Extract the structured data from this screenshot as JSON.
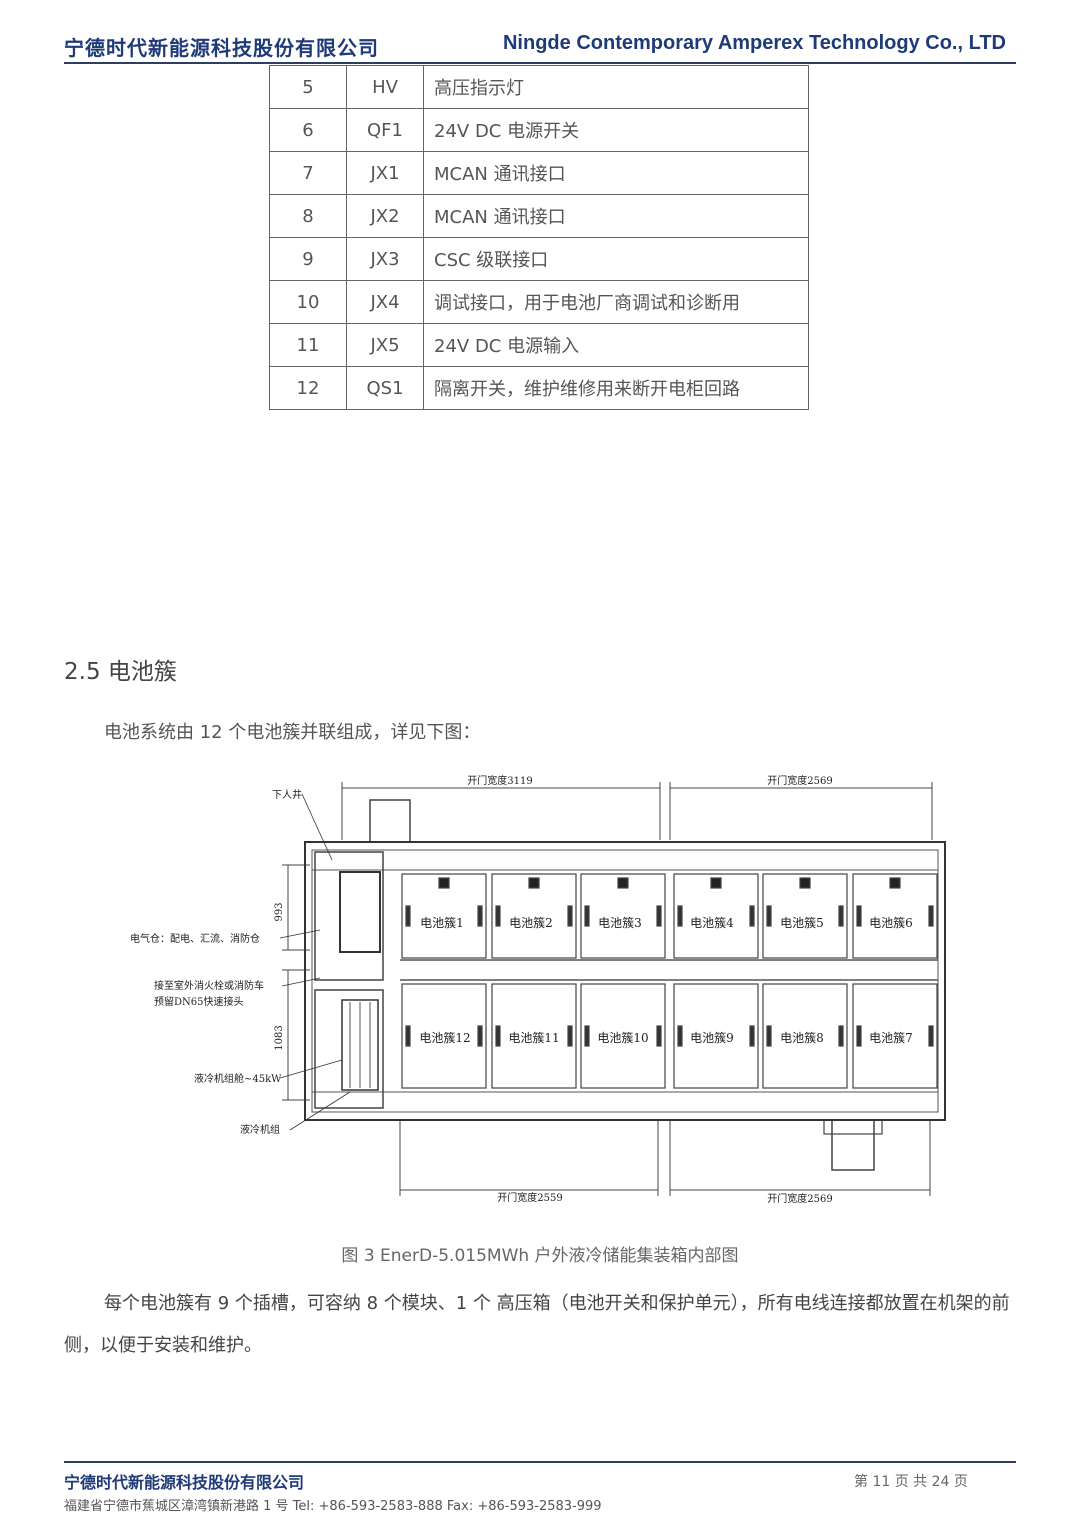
{
  "header": {
    "company_cn": "宁德时代新能源科技股份有限公司",
    "company_en": "Ningde Contemporary Amperex Technology Co., LTD"
  },
  "table": {
    "rows": [
      {
        "num": "5",
        "code": "HV",
        "desc": "高压指示灯"
      },
      {
        "num": "6",
        "code": "QF1",
        "desc": "24V DC 电源开关"
      },
      {
        "num": "7",
        "code": "JX1",
        "desc": "MCAN 通讯接口"
      },
      {
        "num": "8",
        "code": "JX2",
        "desc": "MCAN 通讯接口"
      },
      {
        "num": "9",
        "code": "JX3",
        "desc": "CSC 级联接口"
      },
      {
        "num": "10",
        "code": "JX4",
        "desc": "调试接口，用于电池厂商调试和诊断用"
      },
      {
        "num": "11",
        "code": "JX5",
        "desc": "24V DC 电源输入"
      },
      {
        "num": "12",
        "code": "QS1",
        "desc": "隔离开关，维护维修用来断开电柜回路"
      }
    ]
  },
  "section": {
    "title": "2.5 电池簇",
    "intro": "电池系统由 12 个电池簇并联组成，详见下图："
  },
  "figure": {
    "dim_top_left": "开门宽度3119",
    "dim_top_right": "开门宽度2569",
    "dim_bottom_left": "开门宽度2559",
    "dim_bottom_right": "开门宽度2569",
    "label_manhole": "下人井",
    "label_elec": "电气仓：配电、汇流、消防仓",
    "label_fire_1": "接至室外消火栓或消防车",
    "label_fire_2": "预留DN65快速接头",
    "label_cooling_cabin": "液冷机组舱~45kW",
    "label_cooling_unit": "液冷机组",
    "dim_993": "993",
    "dim_1083": "1083",
    "clusters_top": [
      "电池簇1",
      "电池簇2",
      "电池簇3",
      "电池簇4",
      "电池簇5",
      "电池簇6"
    ],
    "clusters_bottom": [
      "电池簇12",
      "电池簇11",
      "电池簇10",
      "电池簇9",
      "电池簇8",
      "电池簇7"
    ],
    "caption": "图 3 EnerD-5.015MWh 户外液冷储能集装箱内部图"
  },
  "body": {
    "para2": "每个电池簇有 9 个插槽，可容纳 8 个模块、1 个 高压箱（电池开关和保护单元），所有电线连接都放置在机架的前侧，以便于安装和维护。"
  },
  "footer": {
    "company": "宁德时代新能源科技股份有限公司",
    "page": "第 11 页 共 24 页",
    "address": "福建省宁德市蕉城区漳湾镇新港路 1 号 Tel: +86-593-2583-888 Fax: +86-593-2583-999"
  }
}
